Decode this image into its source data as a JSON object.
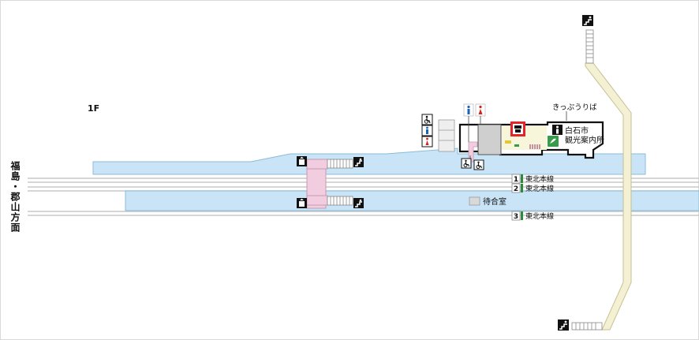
{
  "floor_label": "1F",
  "direction_label": "福島・郡山方面",
  "ticket_office_label": "きっぷうりば",
  "tourist_info_label_line1": "白石市",
  "tourist_info_label_line2": "観光案内所",
  "waiting_room_label": "待合室",
  "tracks": [
    {
      "number": "1",
      "line": "東北本線"
    },
    {
      "number": "2",
      "line": "東北本線"
    },
    {
      "number": "3",
      "line": "東北本線"
    }
  ],
  "colors": {
    "platform": "#c8e4f6",
    "platform_border": "#8bbbd8",
    "rail": "#c8c8c8",
    "bridge": "#f2cde0",
    "bridge_border": "#c59ab2",
    "road": "#f3f0d4",
    "road_border": "#c7c191",
    "building_fill": "#ffffff",
    "wall": "#111111",
    "track_marker": "#2b8a3e",
    "highlight": "#e5232a",
    "toilet_male": "#1a62b8",
    "toilet_female": "#d42020"
  },
  "icons": {
    "wheelchair": "wheelchair-icon",
    "toilet_male": "toilet-male-icon",
    "toilet_female": "toilet-female-icon",
    "stairs": "stairs-icon",
    "elevator": "elevator-icon",
    "ticket_machine": "ticket-machine-icon",
    "info": "tourist-info-icon",
    "green_window": "green-window-icon"
  }
}
